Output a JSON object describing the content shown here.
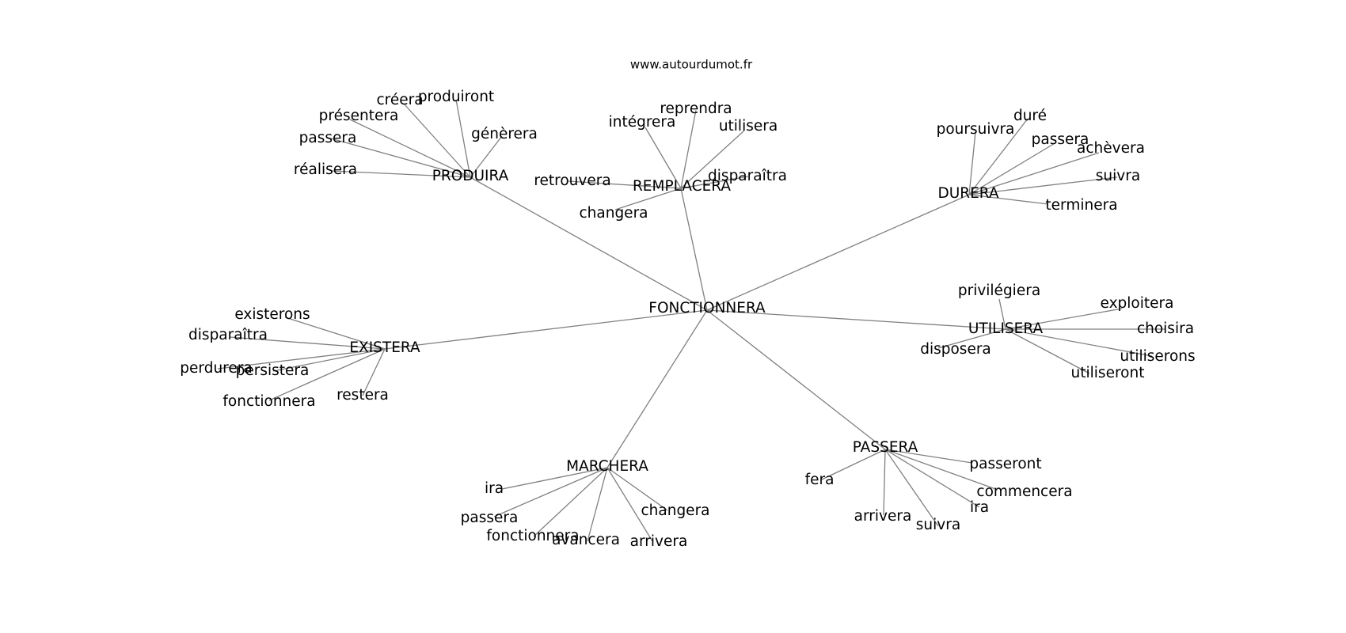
{
  "source": "www.autourdumot.fr",
  "center": "FONCTIONNERA",
  "clusters": [
    {
      "word": "PRODUIRA",
      "children": [
        "produiront",
        "créera",
        "présentera",
        "passera",
        "réalisera",
        "génèrera"
      ]
    },
    {
      "word": "REMPLACERA",
      "children": [
        "reprendra",
        "intégrera",
        "utilisera",
        "retrouvera",
        "disparaîtra",
        "changera"
      ]
    },
    {
      "word": "DURERA",
      "children": [
        "duré",
        "poursuivra",
        "passera",
        "achèvera",
        "suivra",
        "terminera"
      ]
    },
    {
      "word": "EXISTERA",
      "children": [
        "existerons",
        "disparaîtra",
        "perdurera",
        "persistera",
        "fonctionnera",
        "restera"
      ]
    },
    {
      "word": "UTILISERA",
      "children": [
        "privilégiera",
        "exploitera",
        "choisira",
        "disposera",
        "utiliserons",
        "utiliseront"
      ]
    },
    {
      "word": "MARCHERA",
      "children": [
        "ira",
        "passera",
        "fonctionnera",
        "avancera",
        "changera",
        "arrivera"
      ]
    },
    {
      "word": "PASSERA",
      "children": [
        "passeront",
        "fera",
        "commencera",
        "ira",
        "arrivera",
        "suivra"
      ]
    }
  ]
}
